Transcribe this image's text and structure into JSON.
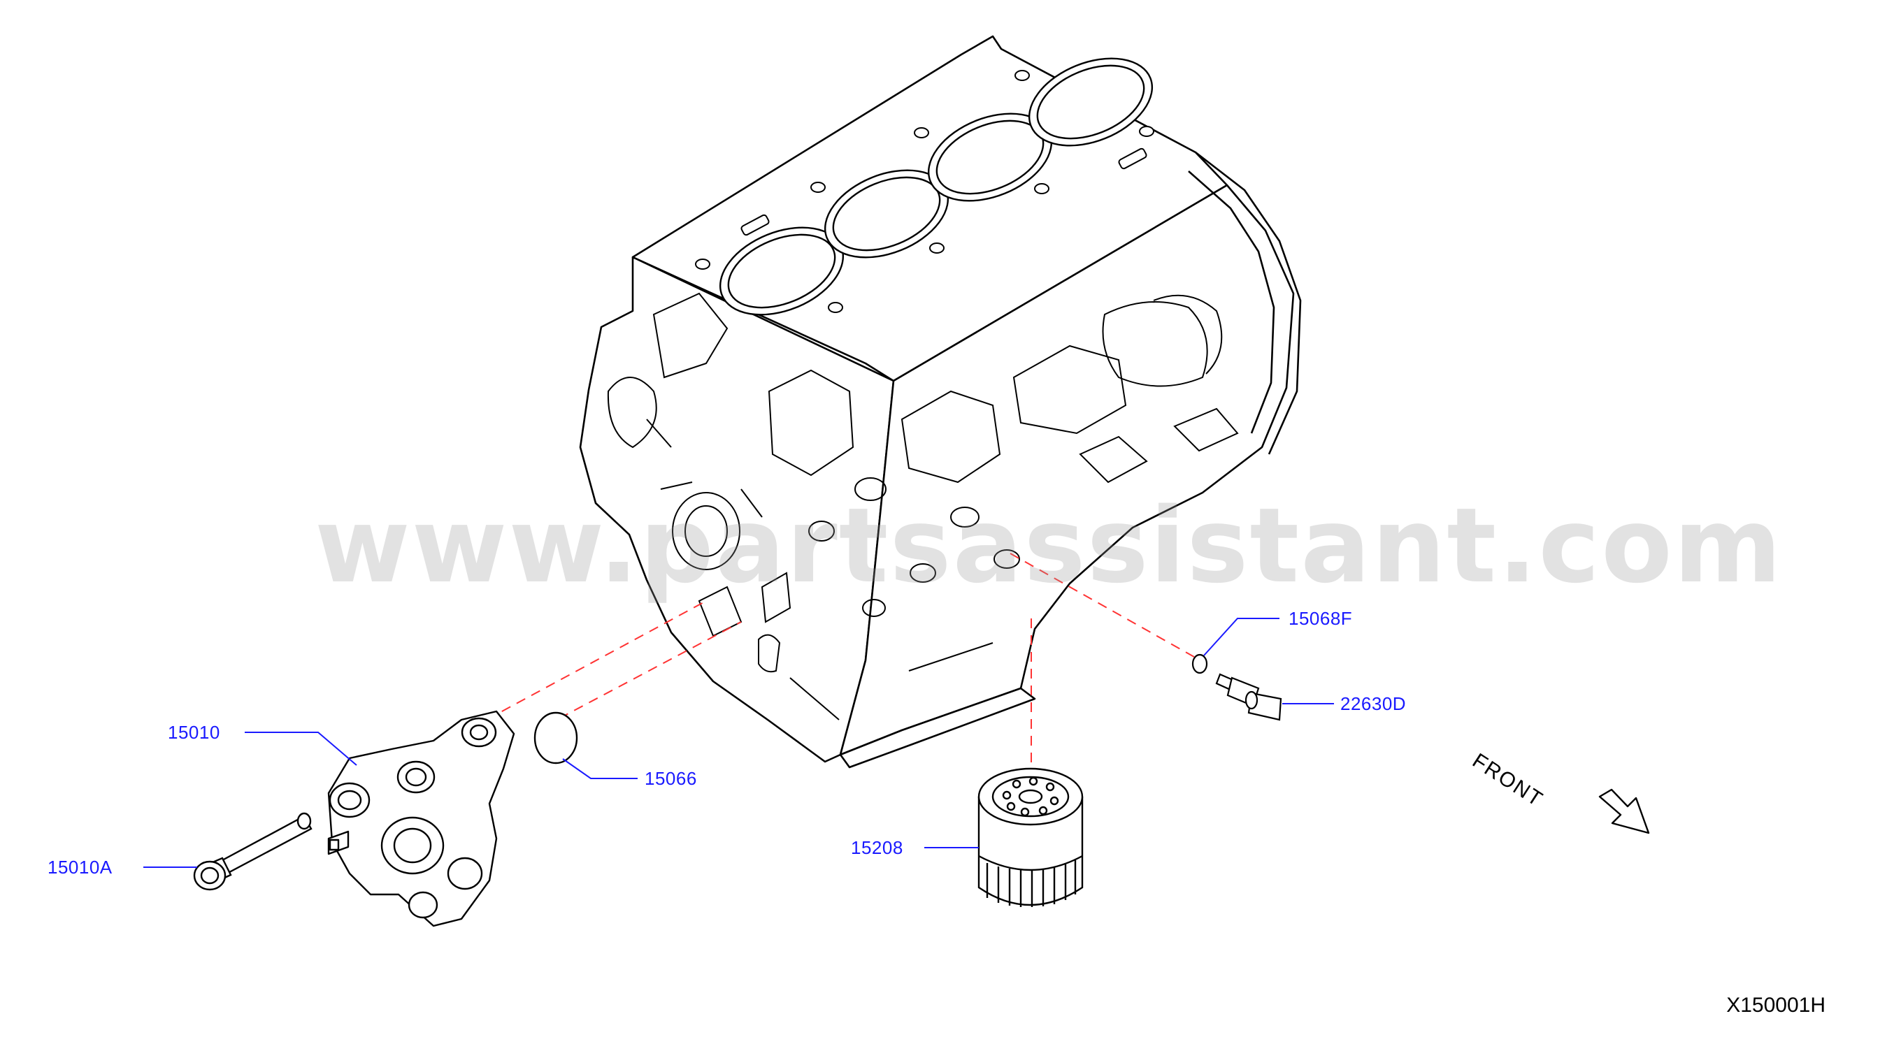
{
  "labels": {
    "oil_pump": "15010",
    "oil_pump_bolt": "15010A",
    "gasket": "15066",
    "oil_filter": "15208",
    "washer": "15068F",
    "sensor": "22630D"
  },
  "front_indicator": "FRONT",
  "diagram_code": "X150001H",
  "watermark": "www.partsassistant.com",
  "colors": {
    "label_text": "#1a1aff",
    "leader_line": "#1a1aff",
    "dashed_line": "#ff3333",
    "outline": "#000000"
  }
}
